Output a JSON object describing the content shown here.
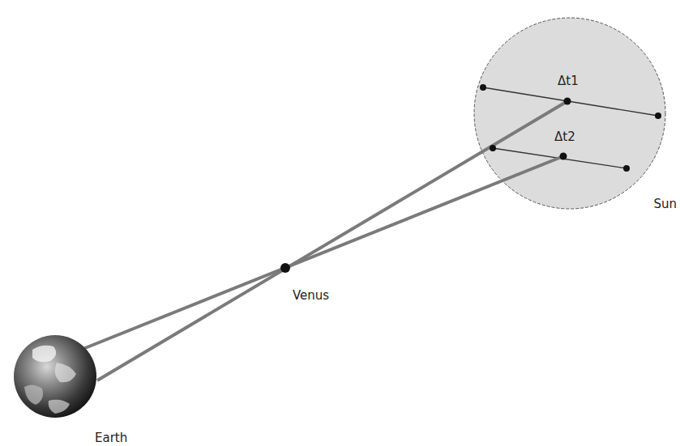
{
  "diagram": {
    "labels": [
      "Δt1",
      "Δt2",
      "Venus",
      "Sun",
      "Earth"
    ]
  }
}
